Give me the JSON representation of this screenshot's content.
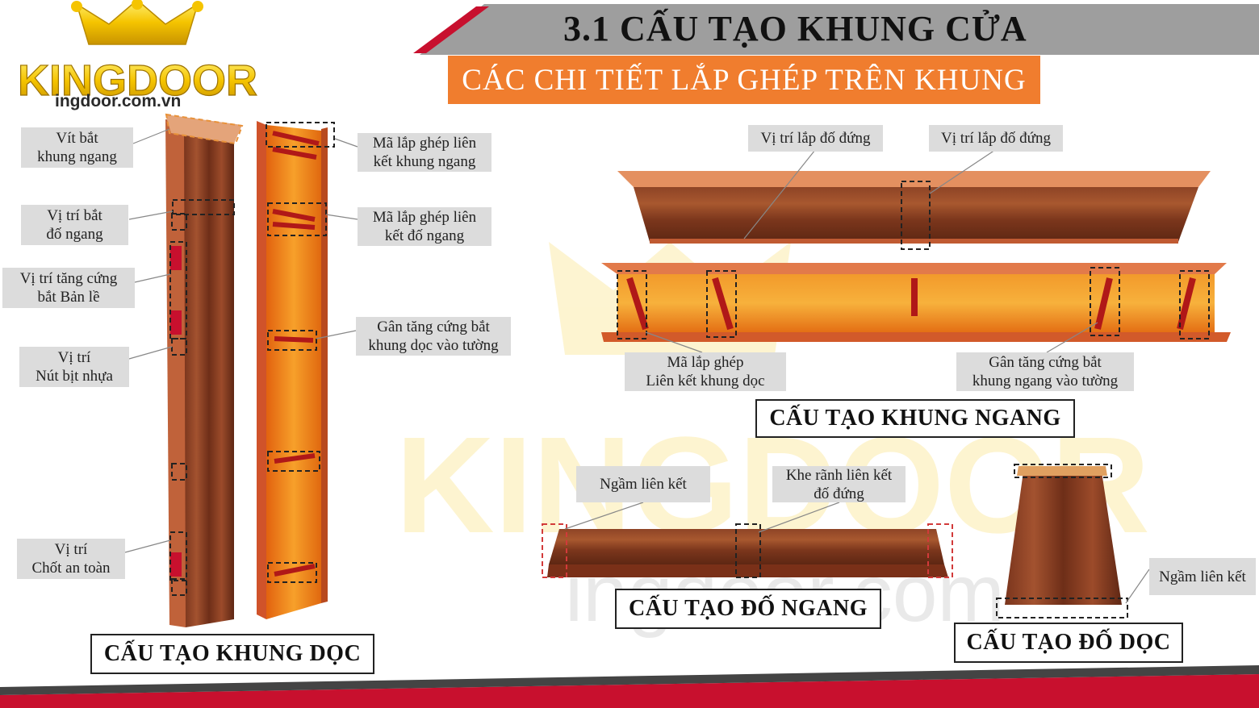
{
  "logo": {
    "brand": "KINGDOOR",
    "domain": "ingdoor.com.vn"
  },
  "header": {
    "title": "3.1 CẤU TẠO KHUNG CỬA",
    "subtitle": "CÁC CHI TIẾT LẮP GHÉP TRÊN KHUNG"
  },
  "watermark": {
    "brand": "KINGDOOR",
    "domain": "ingdoor.com"
  },
  "khung_doc": {
    "caption": "CẤU TẠO KHUNG DỌC",
    "left_callouts": [
      [
        "Vít bắt",
        "khung ngang"
      ],
      [
        "Vị trí bắt",
        "đố ngang"
      ],
      [
        "Vị trí tăng cứng",
        "bắt Bản lề"
      ],
      [
        "Vị trí",
        "Nút bịt nhựa"
      ],
      [
        "Vị trí",
        "Chốt an toàn"
      ]
    ],
    "right_callouts": [
      [
        "Mã lắp ghép liên",
        "kết khung ngang"
      ],
      [
        "Mã lắp ghép liên",
        "kết đố ngang"
      ],
      [
        "Gân tăng cứng bắt",
        "khung dọc vào tường"
      ]
    ]
  },
  "khung_ngang": {
    "caption": "CẤU TẠO KHUNG NGANG",
    "top_callouts": [
      "Vị trí lắp đố đứng",
      "Vị trí lắp đố đứng"
    ],
    "bottom_callouts": [
      [
        "Mã lắp ghép",
        "Liên kết khung dọc"
      ],
      [
        "Gân tăng cứng bắt",
        "khung ngang vào tường"
      ]
    ]
  },
  "do_ngang": {
    "caption": "CẤU TẠO ĐỐ NGANG",
    "callouts": [
      [
        "Ngầm liên kết"
      ],
      [
        "Khe rãnh liên kết",
        "đố đứng"
      ]
    ]
  },
  "do_doc": {
    "caption": "CẤU TẠO ĐỐ DỌC",
    "callouts": [
      [
        "Ngầm liên kết"
      ]
    ]
  },
  "colors": {
    "accent_orange": "#f07d2e",
    "banner_gray": "#9e9e9e",
    "accent_red": "#c8102e",
    "wood_dark": "#6b2f1a",
    "wood_light": "#9a4a2c",
    "frame_orange": "#f08a1e",
    "logo_gold": "#f5c400"
  }
}
